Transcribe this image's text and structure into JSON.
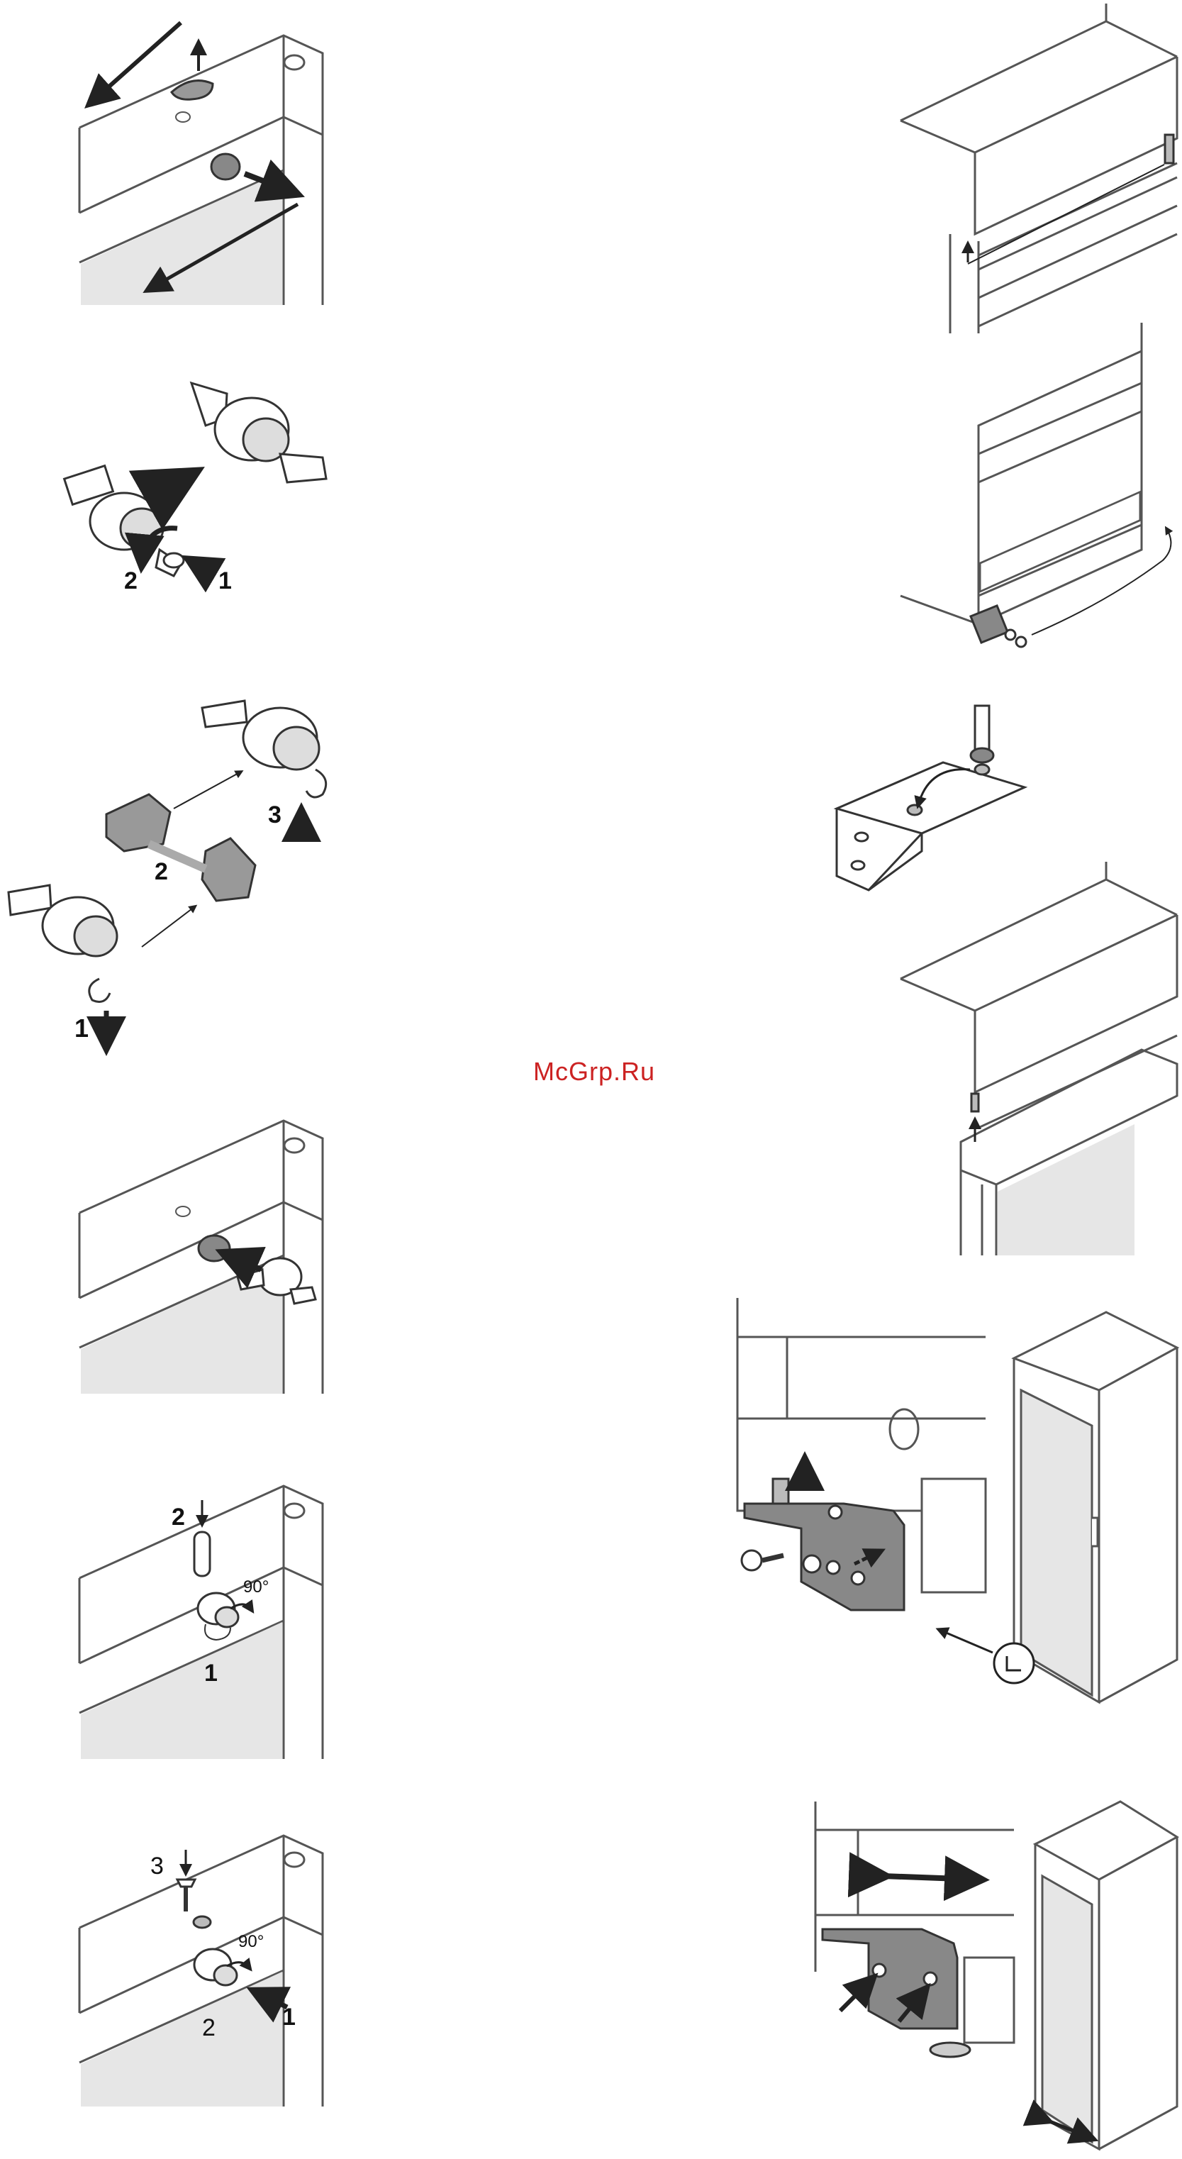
{
  "watermark": "McGrp.Ru",
  "steps": {
    "s2": {
      "n1": "1",
      "n2": "2"
    },
    "s3": {
      "n1": "1",
      "n2": "2",
      "n3": "3"
    },
    "s5": {
      "n1": "1",
      "n2": "2",
      "angle": "90°"
    },
    "s6": {
      "n1": "1",
      "n2": "2",
      "n3": "3",
      "angle": "90°"
    }
  },
  "colors": {
    "line": "#555555",
    "dark": "#333333",
    "shade": "#e6e6e6",
    "part": "#8a8a8a",
    "accent": "#cc2222"
  }
}
